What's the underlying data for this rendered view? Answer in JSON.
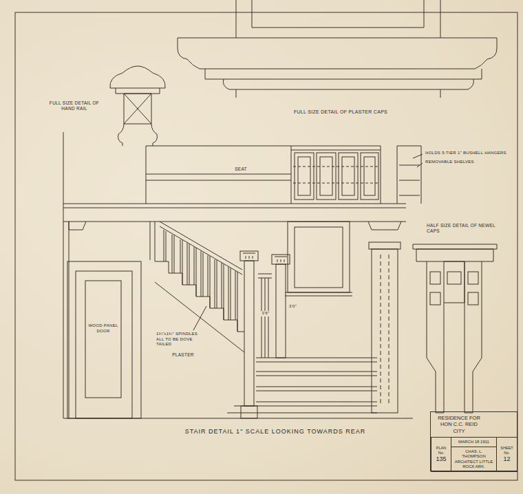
{
  "diagram": {
    "nodes": [
      {
        "text": [
          "RESIDENCE FOR HON C.C. REID CITY"
        ]
      },
      {
        "text": [
          "PLAN No.",
          "135"
        ],
        "in": 0
      },
      {
        "text": [
          "MARCH 18 1911"
        ],
        "in": 0
      },
      {
        "text": [
          "CHAS. L. THOMPSON ARCHITECT LITTLE ROCK ARK."
        ],
        "in": 0
      },
      {
        "text": [
          "SHEET No.",
          "12"
        ],
        "in": 0
      }
    ],
    "labels": [
      "FULL SIZE DETAIL OF HAND RAIL",
      "FULL SIZE DETAIL OF PLASTER CAPS",
      "SEAT",
      "HOLDS 5-TIER 1\" BUSHELL HANGERS",
      "REMOVABLE SHELVES",
      "HALF SIZE DETAIL OF NEWEL CAPS",
      "WOOD PANEL DOOR",
      "PLASTER",
      "1¼\"x1¼\" SPINDLES ALL TO BE DOVE TAILED",
      "3'6\"",
      "3'0\"",
      "STAIR DETAIL 1\" SCALE LOOKING TOWARDS REAR"
    ]
  }
}
